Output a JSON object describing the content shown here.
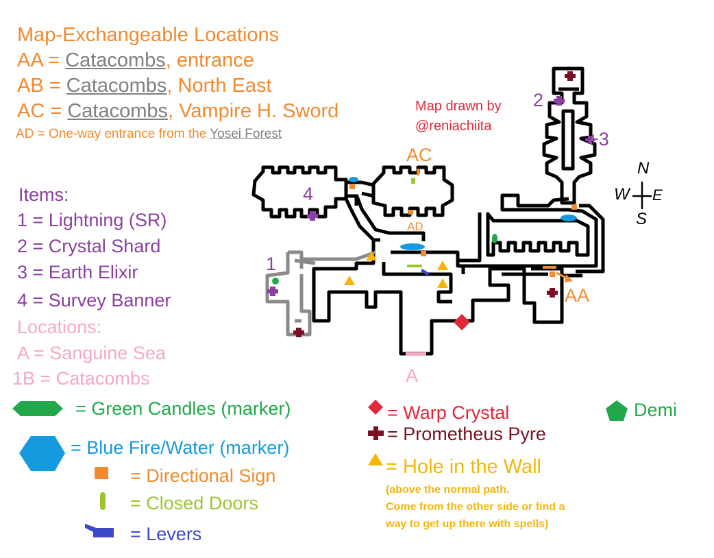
{
  "header": {
    "title": "Map-Exchangeable Locations",
    "aa": {
      "prefix": "AA = ",
      "place": "Catacombs",
      "suffix": ", entrance"
    },
    "ab": {
      "prefix": "AB = ",
      "place": "Catacombs",
      "suffix": ", North East"
    },
    "ac": {
      "prefix": "AC = ",
      "place": "Catacombs",
      "suffix": ", Vampire H. Sword"
    },
    "ad": {
      "prefix": "AD = One-way entrance from the ",
      "place": "Yosei Forest"
    }
  },
  "credit": {
    "line1": "Map drawn by",
    "line2": "@reniachiita"
  },
  "items": {
    "heading": "Items:",
    "list": [
      "1 = Lightning (SR)",
      "2 = Crystal Shard",
      "3 = Earth Elixir",
      "4 = Survey Banner"
    ]
  },
  "locations": {
    "heading": "Locations:",
    "list": [
      "A = Sanguine Sea",
      "1B = Catacombs"
    ]
  },
  "legend": {
    "green_candles": "= Green Candles (marker)",
    "blue_fire": "= Blue Fire/Water (marker)",
    "directional_sign": "= Directional Sign",
    "closed_doors": "= Closed Doors",
    "levers": "= Levers",
    "warp_crystal": "= Warp Crystal",
    "prometheus_pyre": "= Prometheus Pyre",
    "hole_in_wall": "= Hole in the Wall",
    "hole_note": [
      "(above the normal path.",
      "Come from the other side or find a",
      "way to get up there with spells)"
    ],
    "demi": "Demi"
  },
  "map_labels": {
    "ac": "AC",
    "ad": "AD",
    "aa": "AA",
    "a": "A",
    "item1": "1",
    "item2": "2",
    "item3": "+3",
    "item4": "4"
  },
  "compass": {
    "n": "N",
    "w": "W",
    "e": "E",
    "s": "S"
  },
  "colors": {
    "orange": "#f28a2e",
    "purple": "#8b3fa0",
    "pink": "#f4a9c9",
    "green": "#22a84a",
    "blue": "#159adf",
    "crimson": "#e0283a",
    "maroon": "#7a1020",
    "yellow": "#f5b60a",
    "lime": "#9cc42f",
    "navy": "#3f48c8",
    "wall": "#000000",
    "gray_wall": "#8a8a8a"
  }
}
